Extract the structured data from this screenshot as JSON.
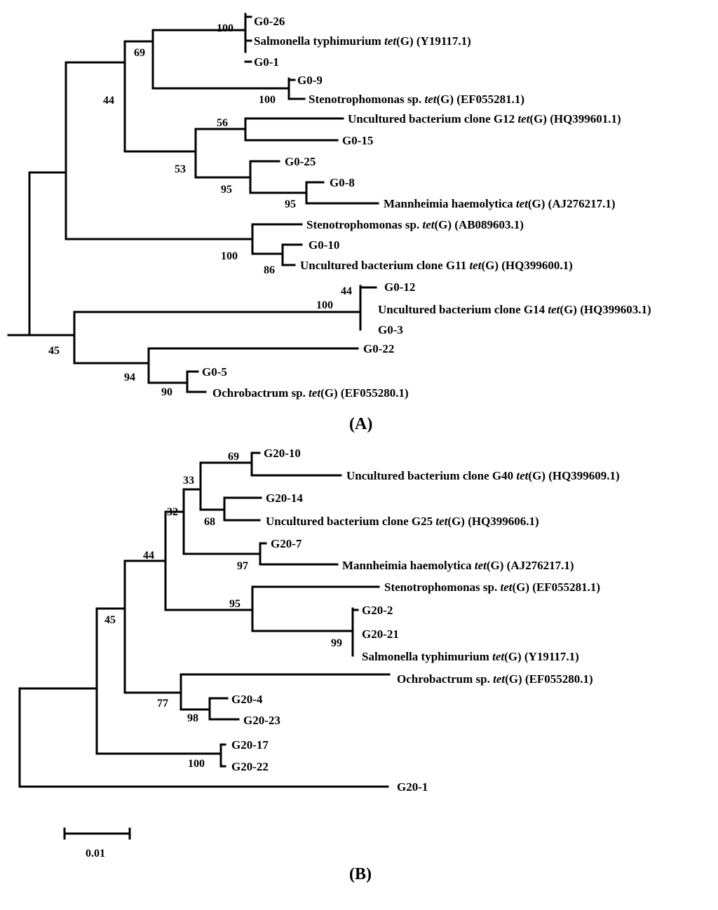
{
  "panel_a": {
    "caption": "A",
    "leaves": {
      "g0_26": "G0-26",
      "salmonella_pre": "Salmonella typhimurium ",
      "salmonella_post": "(G) (Y19117.1)",
      "g0_1": "G0-1",
      "g0_9": "G0-9",
      "steno1_pre": "Stenotrophomonas sp. ",
      "steno1_post": "(G) (EF055281.1)",
      "g12_pre": "Uncultured bacterium clone G12 ",
      "g12_post": "(G) (HQ399601.1)",
      "g0_15": "G0-15",
      "g0_25": "G0-25",
      "g0_8": "G0-8",
      "mann_pre": "Mannheimia haemolytica ",
      "mann_post": "(G) (AJ276217.1)",
      "steno2_pre": "Stenotrophomonas sp. ",
      "steno2_post": "(G) (AB089603.1)",
      "g0_10": "G0-10",
      "g11_pre": "Uncultured bacterium clone G11 ",
      "g11_post": "(G) (HQ399600.1)",
      "g0_12": "G0-12",
      "g14_pre": "Uncultured bacterium clone G14 ",
      "g14_post": "(G) (HQ399603.1)",
      "g0_3": "G0-3",
      "g0_22": "G0-22",
      "g0_5": "G0-5",
      "ochro_pre": "Ochrobactrum sp. ",
      "ochro_post": "(G) (EF055280.1)"
    },
    "bootstrap": [
      "100",
      "69",
      "44",
      "100",
      "56",
      "53",
      "95",
      "95",
      "100",
      "86",
      "44",
      "100",
      "45",
      "94",
      "90"
    ]
  },
  "panel_b": {
    "caption": "B",
    "leaves": {
      "g20_10": "G20-10",
      "g40_pre": "Uncultured bacterium clone G40 ",
      "g40_post": "(G) (HQ399609.1)",
      "g20_14": "G20-14",
      "g25_pre": "Uncultured bacterium clone G25 ",
      "g25_post": "(G) (HQ399606.1)",
      "g20_7": "G20-7",
      "mann_pre": "Mannheimia haemolytica ",
      "mann_post": "(G) (AJ276217.1)",
      "steno_pre": "Stenotrophomonas sp. ",
      "steno_post": "(G) (EF055281.1)",
      "g20_2": "G20-2",
      "g20_21": "G20-21",
      "salmonella_pre": "Salmonella typhimurium ",
      "salmonella_post": "(G) (Y19117.1)",
      "ochro_pre": "Ochrobactrum sp. ",
      "ochro_post": "(G) (EF055280.1)",
      "g20_4": "G20-4",
      "g20_23": "G20-23",
      "g20_17": "G20-17",
      "g20_22": "G20-22",
      "g20_1": "G20-1"
    },
    "bootstrap": [
      "69",
      "33",
      "68",
      "32",
      "44",
      "97",
      "95",
      "99",
      "45",
      "77",
      "98",
      "100"
    ]
  },
  "gene_italic": "tet",
  "scale_bar": {
    "label": "0.01"
  }
}
